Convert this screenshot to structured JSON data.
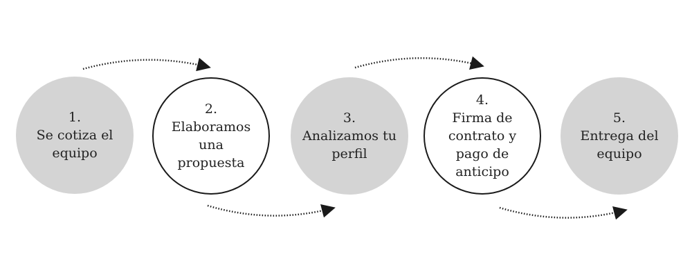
{
  "colors": {
    "filled": "#d4d4d4",
    "outline": "#1a1a1a",
    "text": "#222222"
  },
  "steps": [
    {
      "number": "1.",
      "lines": [
        "Se cotiza el",
        "equipo"
      ],
      "style": "filled"
    },
    {
      "number": "2.",
      "lines": [
        "Elaboramos",
        "una",
        "propuesta"
      ],
      "style": "outlined"
    },
    {
      "number": "3.",
      "lines": [
        "Analizamos tu",
        "perfil"
      ],
      "style": "filled"
    },
    {
      "number": "4.",
      "lines": [
        "Firma de",
        "contrato y",
        "pago de",
        "anticipo"
      ],
      "style": "outlined"
    },
    {
      "number": "5.",
      "lines": [
        "Entrega del",
        "equipo"
      ],
      "style": "filled"
    }
  ]
}
